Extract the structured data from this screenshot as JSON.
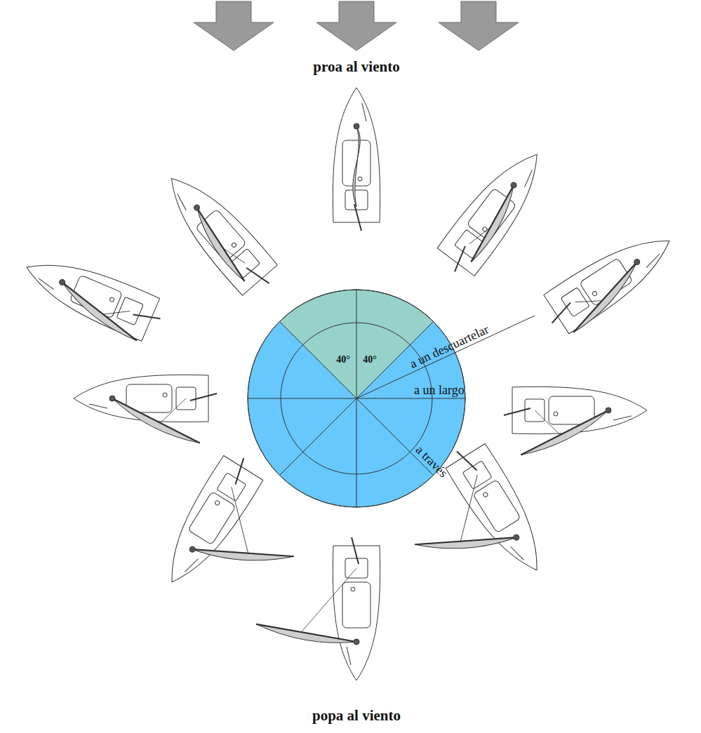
{
  "diagram": {
    "title": "proa al viento",
    "caption": "popa al viento",
    "labels": [
      "40°",
      "40°",
      "a un descuartelar",
      "a un largo",
      "a través"
    ]
  }
}
